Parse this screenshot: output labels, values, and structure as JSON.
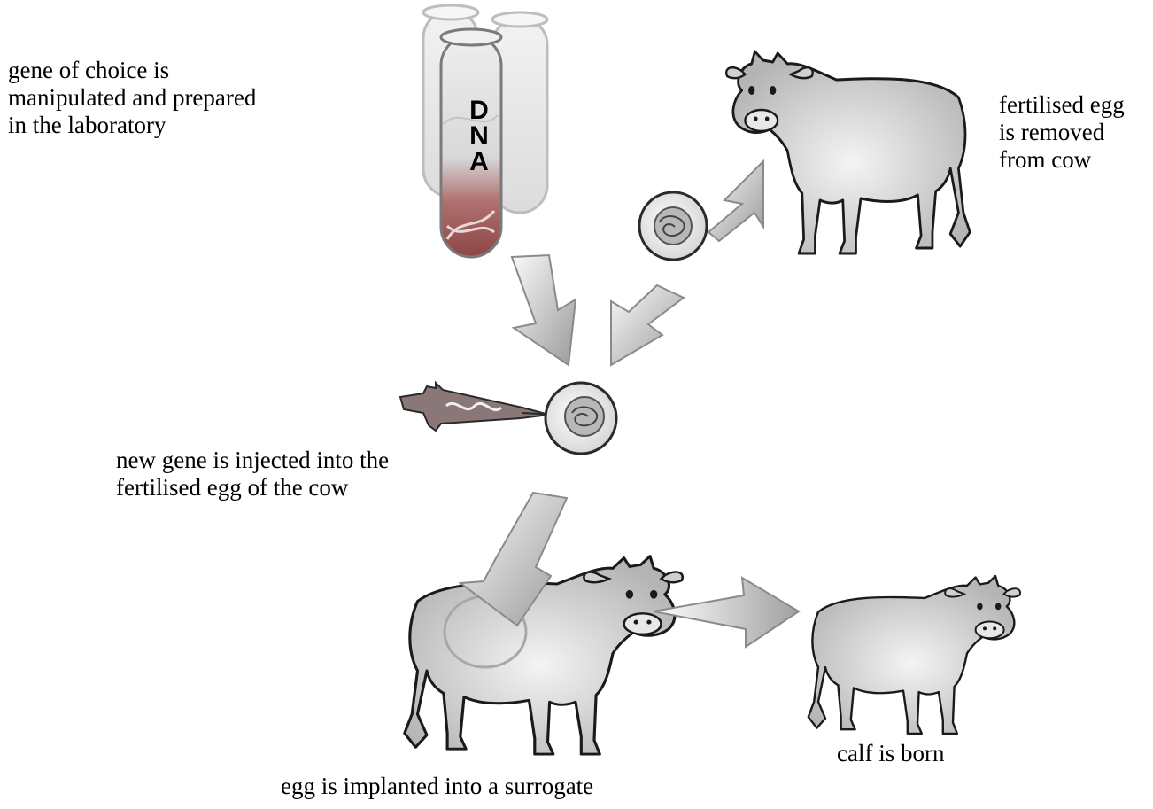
{
  "labels": {
    "gene_prep": [
      "gene of choice is",
      "manipulated and prepared",
      "in the laboratory"
    ],
    "egg_removed": [
      "fertilised egg",
      "is removed",
      "from cow"
    ],
    "injection": [
      "new gene is injected into the",
      "fertilised egg of the cow"
    ],
    "implant": "egg is implanted into a surrogate",
    "born": "calf is born"
  },
  "tube_text": [
    "D",
    "N",
    "A"
  ],
  "colors": {
    "ink": "#000000",
    "body_grey": "#c8c8c8",
    "outline": "#1a1a1a",
    "tube_red": "#9a4a4a"
  },
  "icons": [
    "test-tubes-icon",
    "cow-icon",
    "egg-cell-icon",
    "syringe-icon",
    "process-arrow-icon",
    "surrogate-cow-icon",
    "calf-icon"
  ]
}
